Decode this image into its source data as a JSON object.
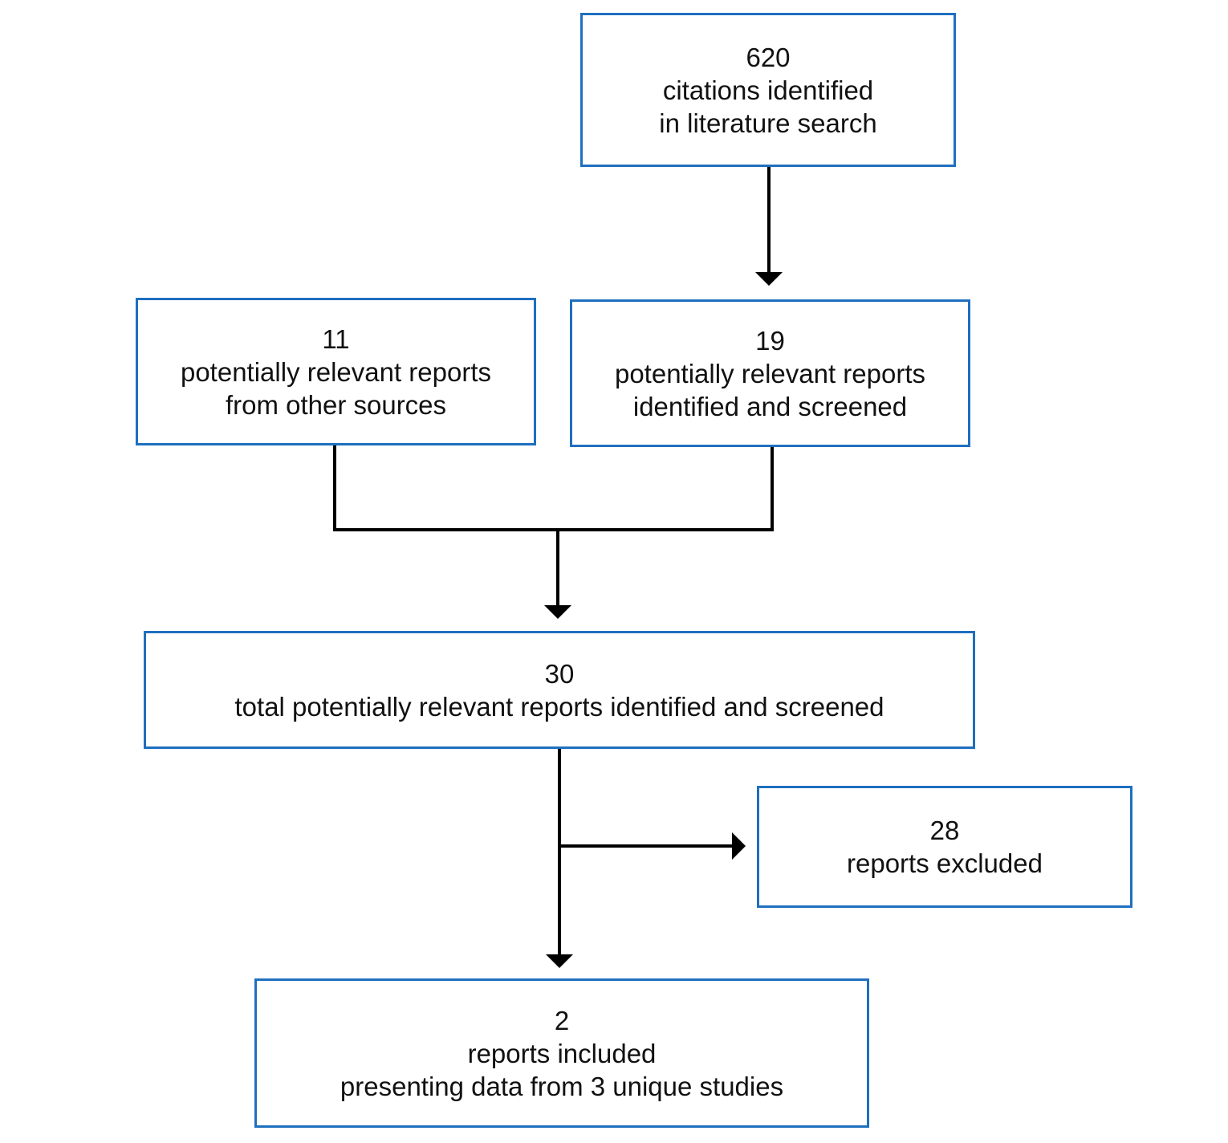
{
  "boxes": {
    "search": {
      "count": "620",
      "lines": [
        "citations identified",
        "in literature search"
      ]
    },
    "other": {
      "count": "11",
      "lines": [
        "potentially relevant reports",
        "from other sources"
      ]
    },
    "screened": {
      "count": "19",
      "lines": [
        "potentially relevant reports",
        "identified and screened"
      ]
    },
    "total": {
      "count": "30",
      "lines": [
        "total potentially relevant reports identified and screened"
      ]
    },
    "excluded": {
      "count": "28",
      "lines": [
        "reports excluded"
      ]
    },
    "included": {
      "count": "2",
      "lines": [
        "reports included",
        "presenting data from 3 unique studies"
      ]
    }
  },
  "colors": {
    "box_border": "#1f6fbf",
    "connector": "#000000",
    "text": "#111111"
  }
}
